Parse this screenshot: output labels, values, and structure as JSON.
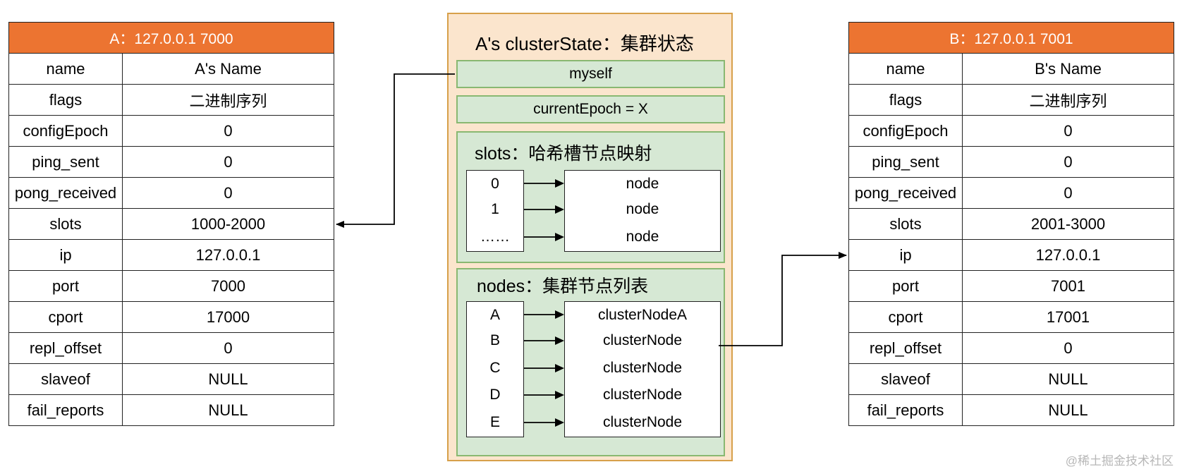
{
  "node_a": {
    "header": "A：127.0.0.1 7000",
    "rows": [
      {
        "key": "name",
        "value": "A's Name"
      },
      {
        "key": "flags",
        "value": "二进制序列"
      },
      {
        "key": "configEpoch",
        "value": "0"
      },
      {
        "key": "ping_sent",
        "value": "0"
      },
      {
        "key": "pong_received",
        "value": "0"
      },
      {
        "key": "slots",
        "value": "1000-2000"
      },
      {
        "key": "ip",
        "value": "127.0.0.1"
      },
      {
        "key": "port",
        "value": "7000"
      },
      {
        "key": "cport",
        "value": "17000"
      },
      {
        "key": "repl_offset",
        "value": "0"
      },
      {
        "key": "slaveof",
        "value": "NULL"
      },
      {
        "key": "fail_reports",
        "value": "NULL"
      }
    ]
  },
  "node_b": {
    "header": "B：127.0.0.1 7001",
    "rows": [
      {
        "key": "name",
        "value": "B's Name"
      },
      {
        "key": "flags",
        "value": "二进制序列"
      },
      {
        "key": "configEpoch",
        "value": "0"
      },
      {
        "key": "ping_sent",
        "value": "0"
      },
      {
        "key": "pong_received",
        "value": "0"
      },
      {
        "key": "slots",
        "value": "2001-3000"
      },
      {
        "key": "ip",
        "value": "127.0.0.1"
      },
      {
        "key": "port",
        "value": "7001"
      },
      {
        "key": "cport",
        "value": "17001"
      },
      {
        "key": "repl_offset",
        "value": "0"
      },
      {
        "key": "slaveof",
        "value": "NULL"
      },
      {
        "key": "fail_reports",
        "value": "NULL"
      }
    ]
  },
  "cluster_state": {
    "title": "A's clusterState：集群状态",
    "myself": "myself",
    "current_epoch": "currentEpoch = X",
    "slots_title": "slots：哈希槽节点映射",
    "slots": [
      {
        "index": "0",
        "target": "node"
      },
      {
        "index": "1",
        "target": "node"
      },
      {
        "index": "……",
        "target": "node"
      }
    ],
    "nodes_title": "nodes：集群节点列表",
    "nodes": [
      {
        "index": "A",
        "target": "clusterNodeA"
      },
      {
        "index": "B",
        "target": "clusterNode"
      },
      {
        "index": "C",
        "target": "clusterNode"
      },
      {
        "index": "D",
        "target": "clusterNode"
      },
      {
        "index": "E",
        "target": "clusterNode"
      }
    ]
  },
  "colors": {
    "header_orange": "#ec7431",
    "cluster_fill": "#fbe5cd",
    "cluster_border": "#d7a04a",
    "field_green": "#d6e8d4",
    "field_border": "#89b871"
  },
  "watermark": "@稀土掘金技术社区"
}
